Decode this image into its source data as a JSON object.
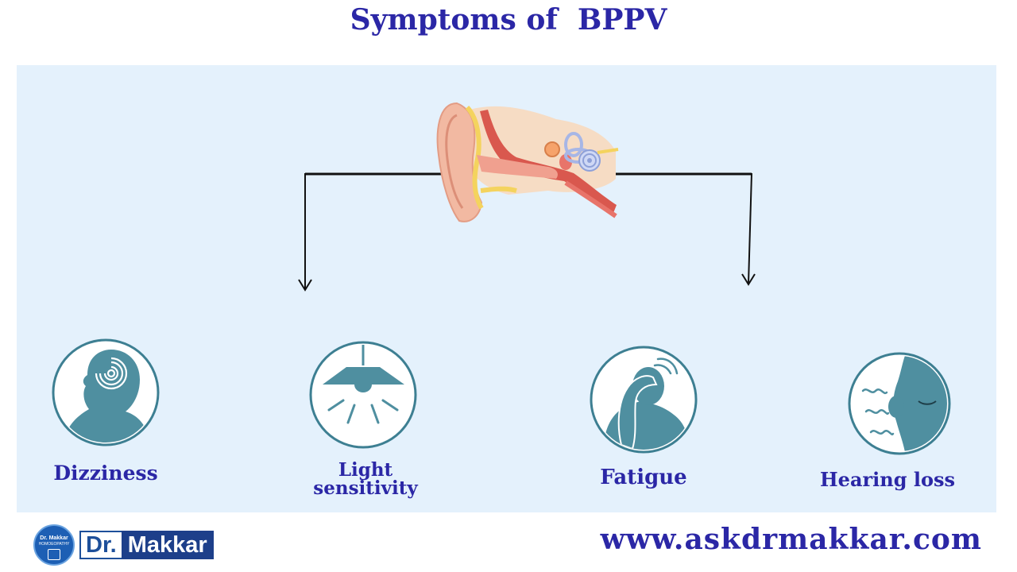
{
  "title": "Symptoms of  BPPV",
  "colors": {
    "title": "#2b27a6",
    "panel_bg": "#e4f1fc",
    "icon_teal": "#4f8fa0",
    "icon_ring": "#3d7f92",
    "arrow": "#111111",
    "label": "#2b27a6"
  },
  "center_icon": "ear-anatomy-icon",
  "symptoms": [
    {
      "label": "Dizziness",
      "icon": "dizzy-head-icon"
    },
    {
      "label_line1": "Light",
      "label_line2": "sensitivity",
      "icon": "ceiling-lamp-icon"
    },
    {
      "label": "Fatigue",
      "icon": "tired-person-icon"
    },
    {
      "label": "Hearing loss",
      "icon": "ear-hearing-icon"
    }
  ],
  "footer": {
    "logo_badge_line1": "Dr. Makkar",
    "logo_badge_line2": "HOMOEOPATHY",
    "logo_dr": "Dr.",
    "logo_name": "Makkar",
    "website": "www.askdrmakkar.com"
  }
}
